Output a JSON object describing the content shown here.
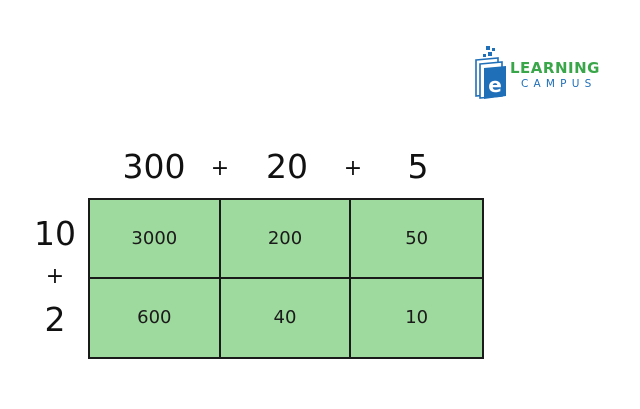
{
  "logo": {
    "letter": "e",
    "word1": "LEARNING",
    "word2": "CAMPUS"
  },
  "columns": {
    "a": "300",
    "op1": "+",
    "b": "20",
    "op2": "+",
    "c": "5"
  },
  "rows": {
    "a": "10",
    "op": "+",
    "b": "2"
  },
  "cells": [
    [
      "3000",
      "200",
      "50"
    ],
    [
      "600",
      "40",
      "10"
    ]
  ],
  "colors": {
    "cell": "#9ed99d",
    "border": "#1a1a1a",
    "logo_green": "#3aa64a",
    "logo_blue": "#1f6eb8"
  }
}
